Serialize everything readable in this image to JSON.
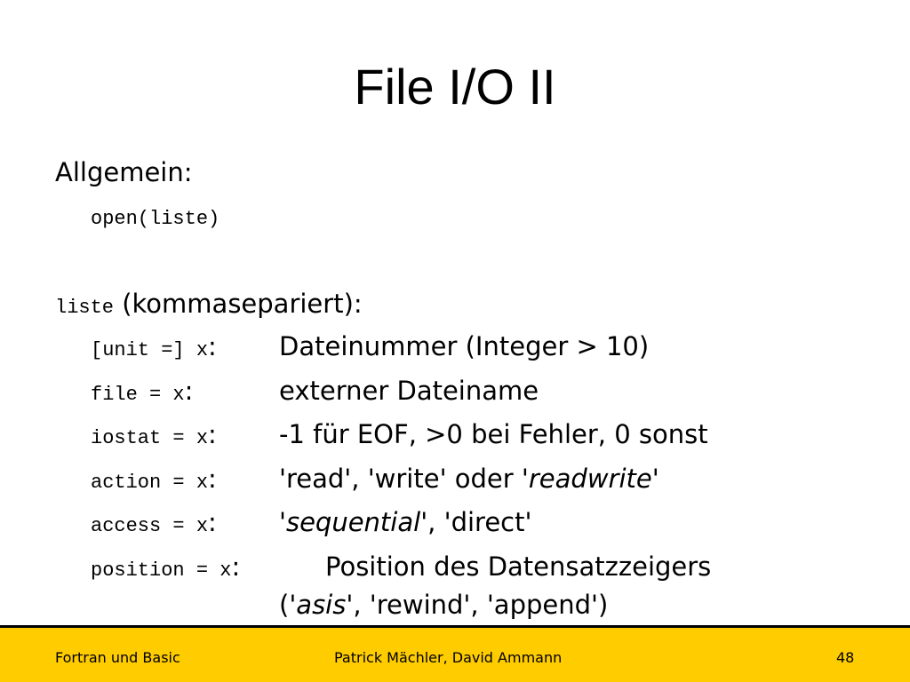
{
  "slide": {
    "title": "File I/O II",
    "allgemein_label": "Allgemein:",
    "open_code": "open(liste)",
    "liste_code": "liste",
    "liste_desc": " (kommasepariert):",
    "params": [
      {
        "code": "[unit =] x",
        "colon": ":",
        "desc": "Dateinummer (Integer > 10)"
      },
      {
        "code": "file = x",
        "colon": ":",
        "desc": "externer Dateiname"
      },
      {
        "code": "iostat = x",
        "colon": ":",
        "desc": "-1 für EOF, >0 bei Fehler, 0 sonst"
      },
      {
        "code": "action = x",
        "colon": ":",
        "desc_a": "'read', 'write' oder ",
        "desc_b": "'readwrite'"
      },
      {
        "code": "access = x",
        "colon": ":",
        "desc_a": "'sequential'",
        "desc_b": ", 'direct'"
      },
      {
        "code": "position = x",
        "colon": ":",
        "desc": "Position des Datensatzzeigers",
        "desc2_a": "(",
        "desc2_b": "'asis'",
        "desc2_c": ", 'rewind', 'append')"
      }
    ]
  },
  "footer": {
    "left": "Fortran und Basic",
    "center": "Patrick Mächler, David Ammann",
    "page": "48"
  },
  "colors": {
    "footer_bg": "#ffcc00",
    "footer_border": "#000000"
  }
}
